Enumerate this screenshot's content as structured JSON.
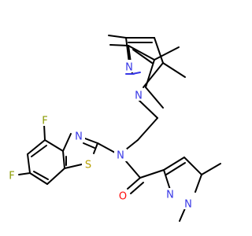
{
  "colors": {
    "carbon": "#000000",
    "nitrogen": "#3636e6",
    "oxygen": "#ff0d0d",
    "sulfur": "#b8a000",
    "fluorine": "#8a9a00",
    "background": "#ffffff"
  },
  "atoms": {
    "n_pz1_top": "N",
    "n_pz1_bottom": "N",
    "n_amide": "N",
    "n_thiazole": "N",
    "s_thiazole": "S",
    "f_top": "F",
    "f_left": "F",
    "o_carbonyl": "O",
    "n_pz2_top": "N",
    "n_pz2_bottom": "N"
  }
}
